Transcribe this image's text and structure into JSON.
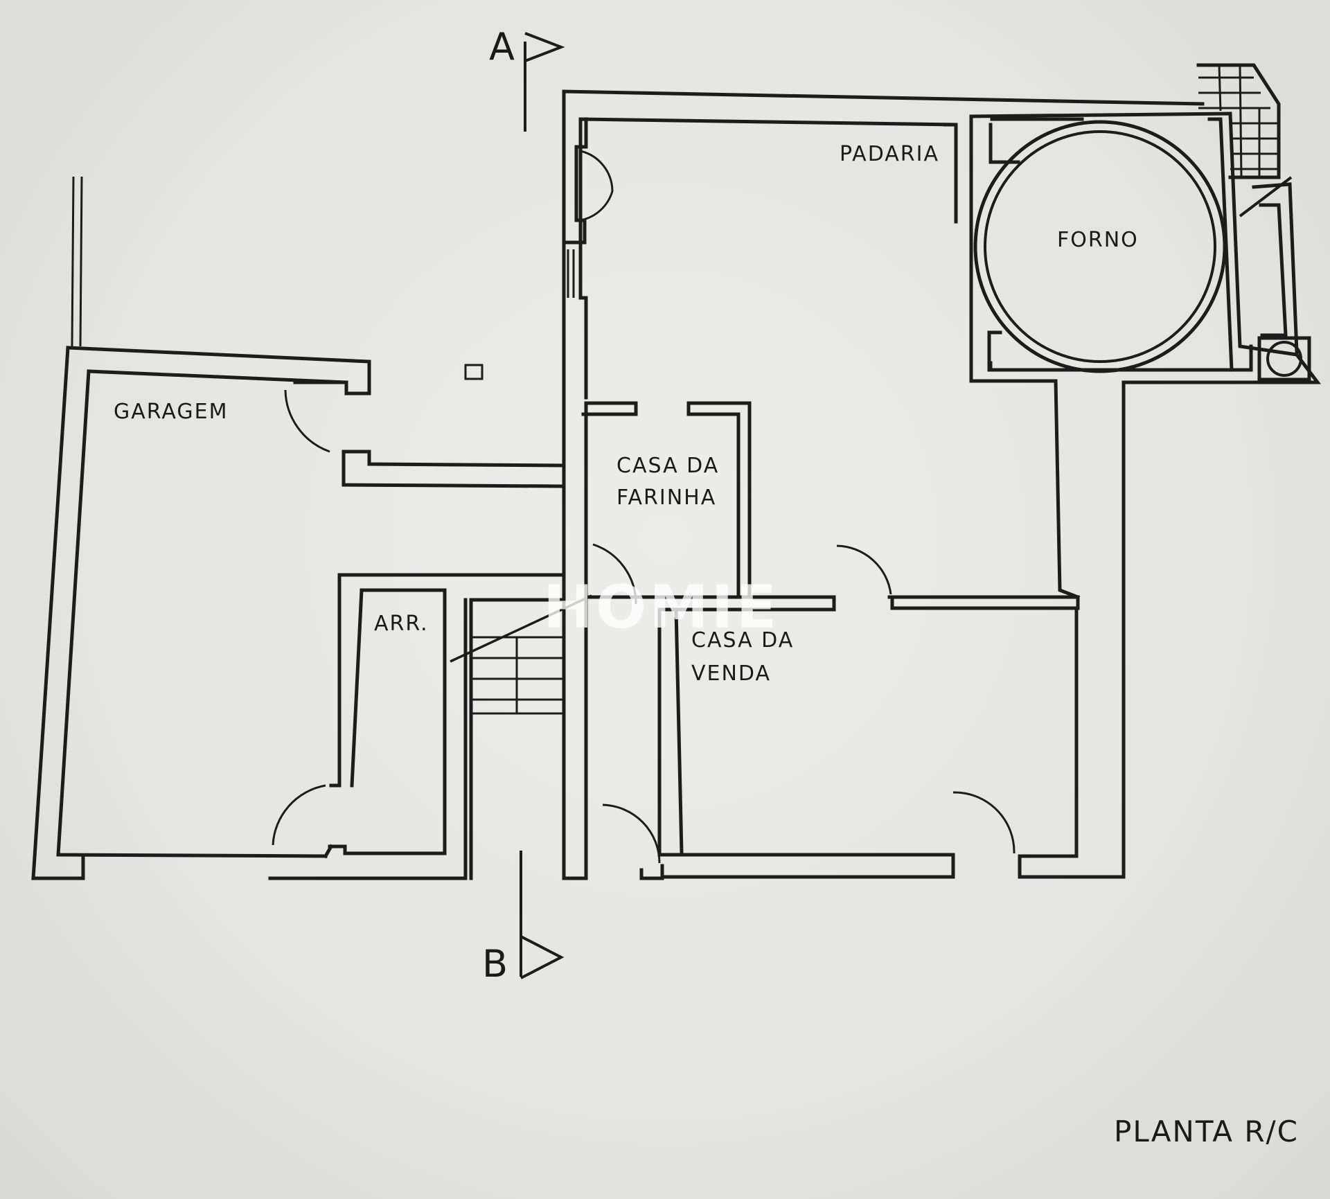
{
  "plan": {
    "title": "PLANTA R/C",
    "section_markers": {
      "top": "A",
      "bottom": "B"
    },
    "rooms": {
      "padaria": "PADARIA",
      "forno": "FORNO",
      "garagem": "GARAGEM",
      "casa_da_farinha_1": "CASA DA",
      "casa_da_farinha_2": "FARINHA",
      "arr": "ARR.",
      "casa_da_venda_1": "CASA DA",
      "casa_da_venda_2": "VENDA"
    },
    "watermark": "HOMIE"
  },
  "colors": {
    "line": "#1c1c1c",
    "paper": "#e6e6e4"
  }
}
